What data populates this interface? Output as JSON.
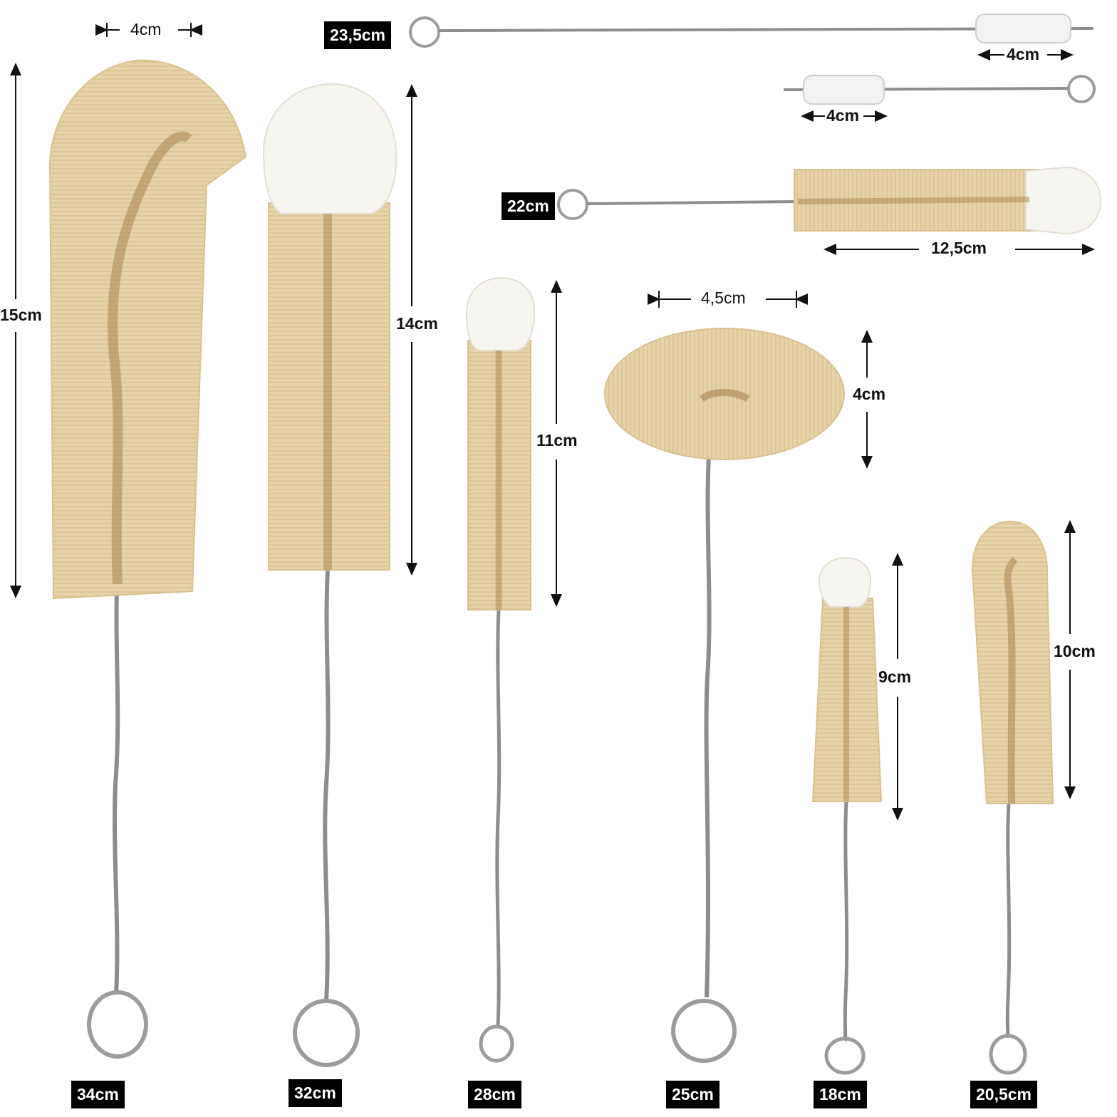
{
  "colors": {
    "background": "#ffffff",
    "bristle": "#e4d0a6",
    "bristle_dark": "#bfa06c",
    "cotton_tip": "#f7f5f0",
    "wire": "#8d8d8d",
    "label_box": "#000000",
    "label_text": "#ffffff",
    "dimension_line": "#111111"
  },
  "brushes": [
    {
      "id": "brush-1",
      "total_length": "34cm",
      "bristle_length": "15cm",
      "diameter": "4cm",
      "tip": "bristle"
    },
    {
      "id": "brush-2",
      "total_length": "32cm",
      "bristle_length": "14cm",
      "tip": "cotton"
    },
    {
      "id": "brush-3",
      "total_length": "28cm",
      "bristle_length": "11cm",
      "tip": "cotton"
    },
    {
      "id": "brush-4",
      "total_length": "25cm",
      "bristle_length": "4cm",
      "diameter": "4,5cm",
      "tip": "bristle"
    },
    {
      "id": "brush-5",
      "total_length": "18cm",
      "bristle_length": "9cm",
      "tip": "cotton"
    },
    {
      "id": "brush-6",
      "total_length": "20,5cm",
      "bristle_length": "10cm",
      "tip": "bristle"
    },
    {
      "id": "brush-top-1",
      "total_length": "23,5cm",
      "bristle_length": "4cm",
      "tip": "nylon"
    },
    {
      "id": "brush-top-2",
      "bristle_length": "4cm",
      "tip": "nylon"
    },
    {
      "id": "brush-top-3",
      "total_length": "22cm",
      "bristle_length": "12,5cm",
      "tip": "cotton"
    }
  ]
}
